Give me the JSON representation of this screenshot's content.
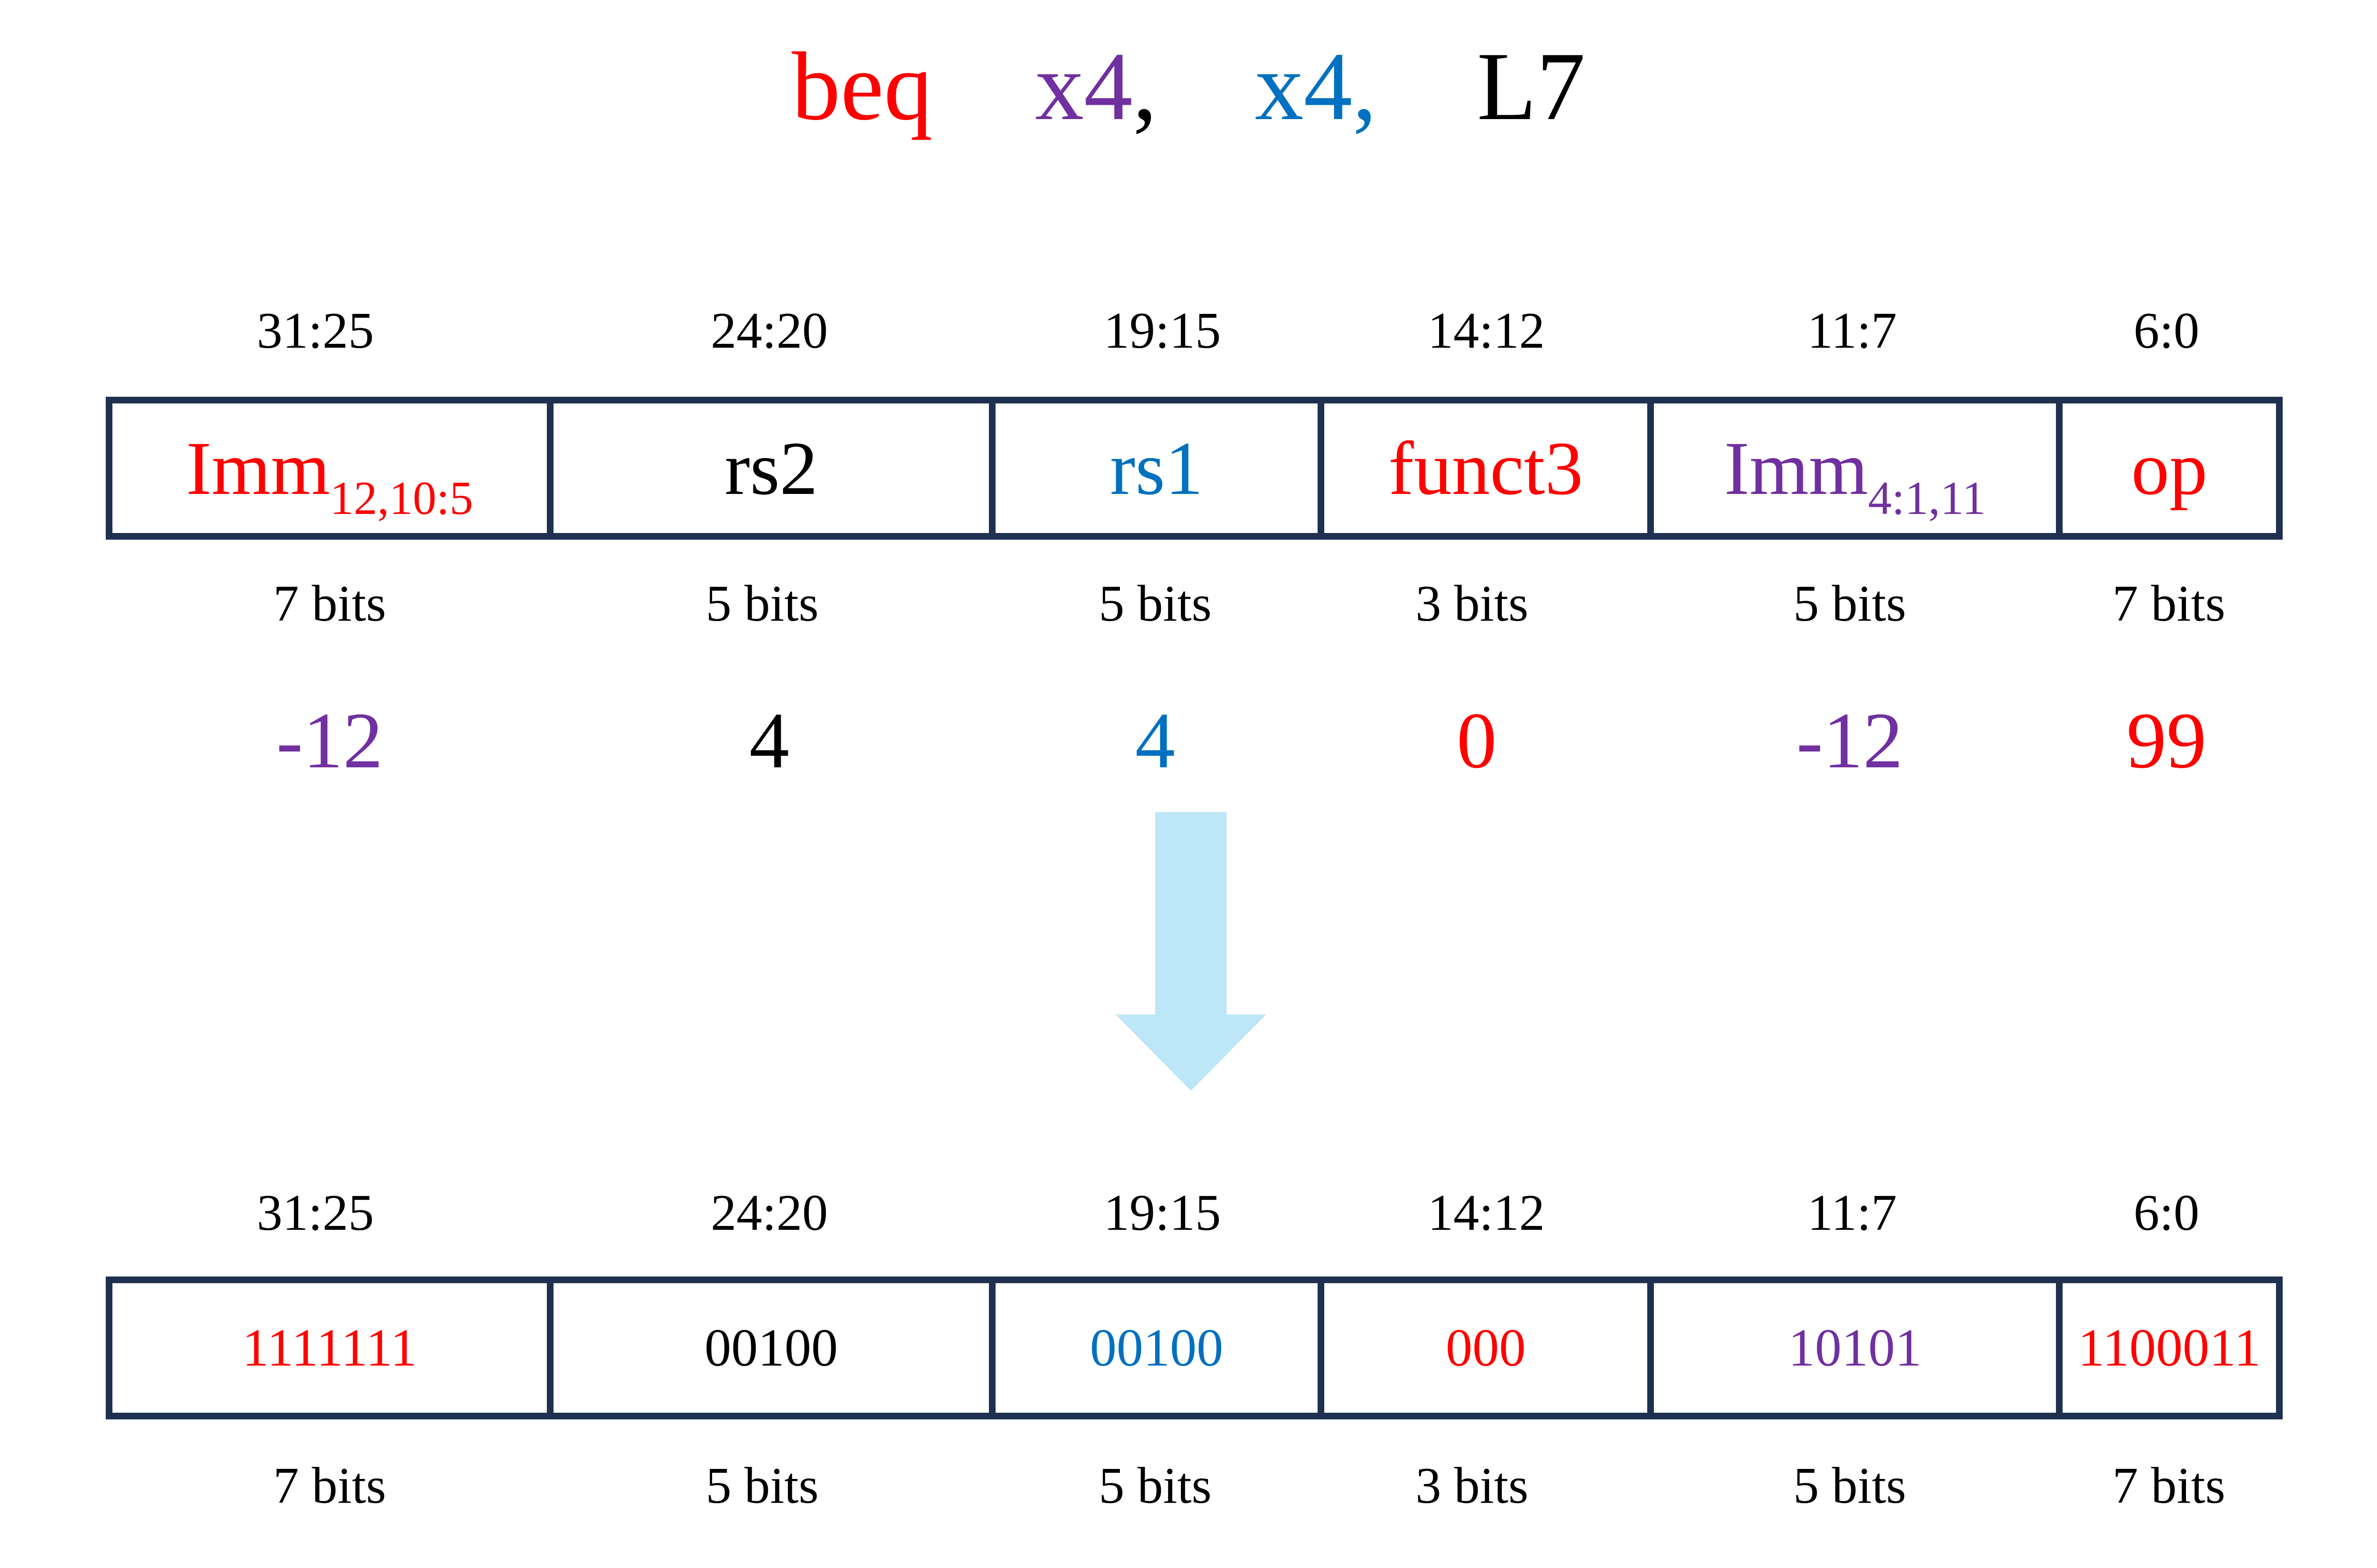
{
  "instruction": {
    "mnemonic": "beq",
    "rd_or_rs1": "x4",
    "sep1": ",",
    "rs2": "x4,",
    "label": "L7"
  },
  "top_bit_ranges": [
    "31:25",
    "24:20",
    "19:15",
    "14:12",
    "11:7",
    "6:0"
  ],
  "fields": [
    {
      "name": "Imm",
      "sub": "12,10:5"
    },
    {
      "name": "rs2",
      "sub": ""
    },
    {
      "name": "rs1",
      "sub": ""
    },
    {
      "name": "funct3",
      "sub": ""
    },
    {
      "name": "Imm",
      "sub": "4:1,11"
    },
    {
      "name": "op",
      "sub": ""
    }
  ],
  "top_widths": [
    "7 bits",
    "5 bits",
    "5 bits",
    "3 bits",
    "5 bits",
    "7 bits"
  ],
  "values": [
    "-12",
    "4",
    "4",
    "0",
    "-12",
    "99"
  ],
  "bottom_bit_ranges": [
    "31:25",
    "24:20",
    "19:15",
    "14:12",
    "11:7",
    "6:0"
  ],
  "binary": [
    "1111111",
    "00100",
    "00100",
    "000",
    "10101",
    "1100011"
  ],
  "bottom_widths": [
    "7 bits",
    "5 bits",
    "5 bits",
    "3 bits",
    "5 bits",
    "7 bits"
  ],
  "colors": {
    "red": "#ff0000",
    "purple": "#7030a0",
    "blue": "#0070c0",
    "black": "#000000",
    "box_border": "#1f3050",
    "arrow": "#bde6f7"
  }
}
